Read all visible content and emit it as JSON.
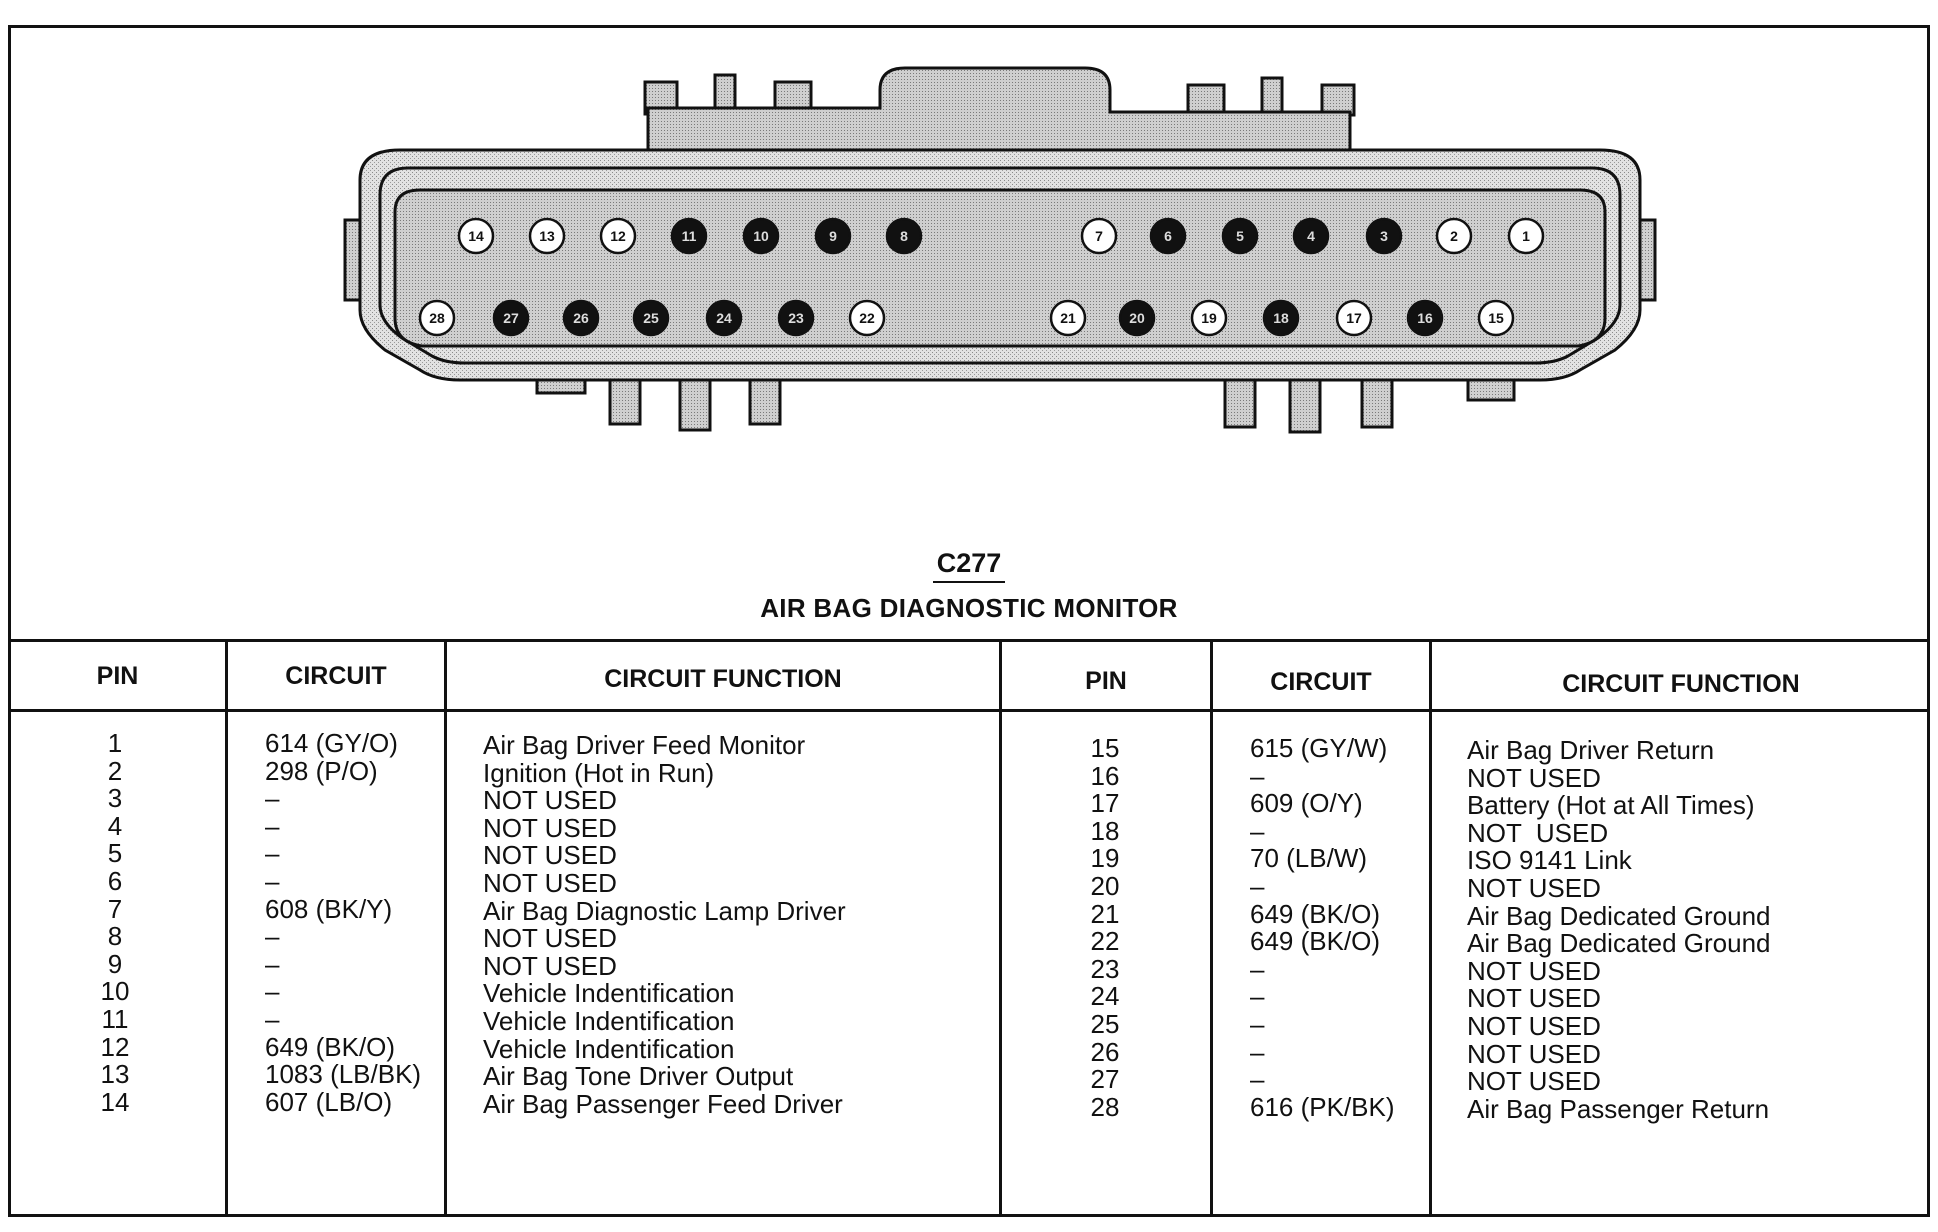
{
  "connector": {
    "id": "C277",
    "title": "AIR BAG DIAGNOSTIC MONITOR",
    "top_row_pins": [
      {
        "num": "14",
        "filled": false
      },
      {
        "num": "13",
        "filled": false
      },
      {
        "num": "12",
        "filled": false
      },
      {
        "num": "11",
        "filled": true
      },
      {
        "num": "10",
        "filled": true
      },
      {
        "num": "9",
        "filled": true
      },
      {
        "num": "8",
        "filled": true
      },
      {
        "num": "7",
        "filled": false
      },
      {
        "num": "6",
        "filled": true
      },
      {
        "num": "5",
        "filled": true
      },
      {
        "num": "4",
        "filled": true
      },
      {
        "num": "3",
        "filled": true
      },
      {
        "num": "2",
        "filled": false
      },
      {
        "num": "1",
        "filled": false
      }
    ],
    "bottom_row_pins": [
      {
        "num": "28",
        "filled": false
      },
      {
        "num": "27",
        "filled": true
      },
      {
        "num": "26",
        "filled": true
      },
      {
        "num": "25",
        "filled": true
      },
      {
        "num": "24",
        "filled": true
      },
      {
        "num": "23",
        "filled": true
      },
      {
        "num": "22",
        "filled": false
      },
      {
        "num": "21",
        "filled": false
      },
      {
        "num": "20",
        "filled": true
      },
      {
        "num": "19",
        "filled": false
      },
      {
        "num": "18",
        "filled": true
      },
      {
        "num": "17",
        "filled": false
      },
      {
        "num": "16",
        "filled": true
      },
      {
        "num": "15",
        "filled": false
      }
    ]
  },
  "table": {
    "headers": {
      "pin": "PIN",
      "circuit": "CIRCUIT",
      "function": "CIRCUIT FUNCTION"
    },
    "left_rows": [
      {
        "pin": "1",
        "circuit": "614 (GY/O)",
        "function": "Air Bag Driver Feed Monitor"
      },
      {
        "pin": "2",
        "circuit": "298 (P/O)",
        "function": "Ignition (Hot in Run)"
      },
      {
        "pin": "3",
        "circuit": "–",
        "function": "NOT USED"
      },
      {
        "pin": "4",
        "circuit": "–",
        "function": "NOT USED"
      },
      {
        "pin": "5",
        "circuit": "–",
        "function": "NOT USED"
      },
      {
        "pin": "6",
        "circuit": "–",
        "function": "NOT USED"
      },
      {
        "pin": "7",
        "circuit": "608 (BK/Y)",
        "function": "Air Bag Diagnostic Lamp Driver"
      },
      {
        "pin": "8",
        "circuit": "–",
        "function": "NOT USED"
      },
      {
        "pin": "9",
        "circuit": "–",
        "function": "NOT USED"
      },
      {
        "pin": "10",
        "circuit": "–",
        "function": "Vehicle Indentification"
      },
      {
        "pin": "11",
        "circuit": "–",
        "function": "Vehicle Indentification"
      },
      {
        "pin": "12",
        "circuit": "649 (BK/O)",
        "function": "Vehicle Indentification"
      },
      {
        "pin": "13",
        "circuit": "1083 (LB/BK)",
        "function": "Air Bag Tone Driver Output"
      },
      {
        "pin": "14",
        "circuit": "607 (LB/O)",
        "function": "Air Bag Passenger Feed Driver"
      }
    ],
    "right_rows": [
      {
        "pin": "15",
        "circuit": "615 (GY/W)",
        "function": "Air Bag Driver Return"
      },
      {
        "pin": "16",
        "circuit": "–",
        "function": "NOT USED"
      },
      {
        "pin": "17",
        "circuit": "609 (O/Y)",
        "function": "Battery (Hot at All Times)"
      },
      {
        "pin": "18",
        "circuit": "–",
        "function": "NOT  USED"
      },
      {
        "pin": "19",
        "circuit": "70 (LB/W)",
        "function": "ISO 9141 Link"
      },
      {
        "pin": "20",
        "circuit": "–",
        "function": "NOT USED"
      },
      {
        "pin": "21",
        "circuit": "649 (BK/O)",
        "function": "Air Bag Dedicated Ground"
      },
      {
        "pin": "22",
        "circuit": "649 (BK/O)",
        "function": "Air Bag Dedicated Ground"
      },
      {
        "pin": "23",
        "circuit": "–",
        "function": "NOT USED"
      },
      {
        "pin": "24",
        "circuit": "–",
        "function": "NOT USED"
      },
      {
        "pin": "25",
        "circuit": "–",
        "function": "NOT USED"
      },
      {
        "pin": "26",
        "circuit": "–",
        "function": "NOT USED"
      },
      {
        "pin": "27",
        "circuit": "–",
        "function": "NOT USED"
      },
      {
        "pin": "28",
        "circuit": "616 (PK/BK)",
        "function": "Air Bag Passenger Return"
      }
    ]
  }
}
